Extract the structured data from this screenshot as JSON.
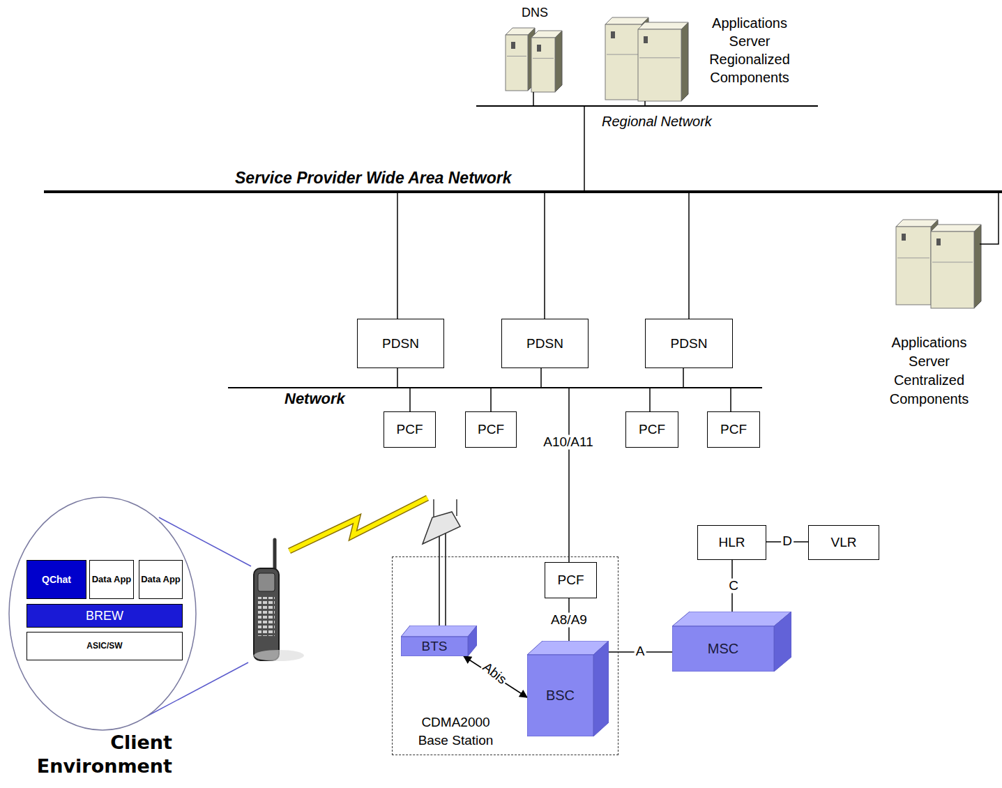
{
  "diagram": {
    "nodes": [
      {
        "text": [
          "DNS"
        ]
      },
      {
        "text": [
          "Applications Server Regionalized Components"
        ]
      },
      {
        "text": [
          "Regional Network"
        ]
      },
      {
        "text": [
          "Service Provider Wide Area Network"
        ]
      },
      {
        "text": [
          "Applications Server Centralized Components"
        ]
      },
      {
        "text": [
          "PDSN"
        ]
      },
      {
        "text": [
          "PDSN"
        ]
      },
      {
        "text": [
          "PDSN"
        ]
      },
      {
        "text": [
          "Network"
        ]
      },
      {
        "text": [
          "PCF"
        ]
      },
      {
        "text": [
          "PCF"
        ]
      },
      {
        "text": [
          "PCF"
        ]
      },
      {
        "text": [
          "PCF"
        ]
      },
      {
        "text": [
          "HLR"
        ]
      },
      {
        "text": [
          "VLR"
        ]
      },
      {
        "text": [
          "Client Environment"
        ]
      },
      {
        "text": [
          "QChat"
        ],
        "in": 15
      },
      {
        "text": [
          "Data App"
        ],
        "in": 15
      },
      {
        "text": [
          "Data App"
        ],
        "in": 15
      },
      {
        "text": [
          "BREW"
        ],
        "in": 15
      },
      {
        "text": [
          "ASIC/SW"
        ],
        "in": 15
      },
      {
        "text": [
          "CDMA2000 Base Station"
        ]
      },
      {
        "text": [
          "PCF"
        ],
        "in": 21
      },
      {
        "text": [
          "BTS"
        ],
        "in": 21
      },
      {
        "text": [
          "BSC"
        ],
        "in": 21
      },
      {
        "text": [
          "MSC"
        ]
      }
    ],
    "edges": [
      {
        "from": 0,
        "to": 2,
        "arrow": "none"
      },
      {
        "from": 1,
        "to": 2,
        "arrow": "none"
      },
      {
        "from": 2,
        "to": 3,
        "arrow": "none"
      },
      {
        "from": 4,
        "to": 3,
        "arrow": "none"
      },
      {
        "from": 5,
        "to": 3,
        "arrow": "none"
      },
      {
        "from": 6,
        "to": 3,
        "arrow": "none"
      },
      {
        "from": 7,
        "to": 3,
        "arrow": "none"
      },
      {
        "from": 5,
        "to": 8,
        "arrow": "none"
      },
      {
        "from": 6,
        "to": 8,
        "arrow": "none"
      },
      {
        "from": 7,
        "to": 8,
        "arrow": "none"
      },
      {
        "from": 9,
        "to": 8,
        "arrow": "none"
      },
      {
        "from": 10,
        "to": 8,
        "arrow": "none"
      },
      {
        "from": 11,
        "to": 8,
        "arrow": "none"
      },
      {
        "from": 12,
        "to": 8,
        "arrow": "none"
      },
      {
        "from": 22,
        "to": 8,
        "label": "A10/A11",
        "arrow": "none"
      },
      {
        "from": 23,
        "to": 24,
        "label": "Abis",
        "arrow": "both"
      },
      {
        "from": 22,
        "to": 24,
        "label": "A8/A9",
        "arrow": "none"
      },
      {
        "from": 24,
        "to": 25,
        "label": "A",
        "arrow": "none"
      },
      {
        "from": 25,
        "to": 13,
        "label": "C",
        "arrow": "none"
      },
      {
        "from": 13,
        "to": 14,
        "label": "D",
        "arrow": "none"
      }
    ]
  }
}
